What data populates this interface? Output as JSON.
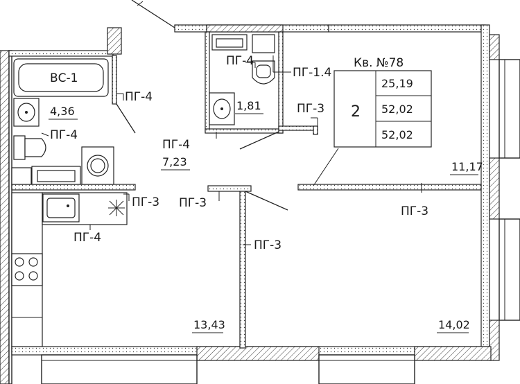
{
  "apartment": {
    "title": "Кв. №78",
    "rooms": "2",
    "area_living": "25,19",
    "area_total": "52,02",
    "area_total_2": "52,02"
  },
  "fixtures": {
    "bath": "ВС-1"
  },
  "partition_labels": [
    "ПГ-4",
    "ПГ-1.4",
    "ПГ-4",
    "ПГ-3",
    "ПГ-4",
    "ПГ-3",
    "ПГ-3",
    "ПГ-4",
    "ПГ-3",
    "ПГ-3"
  ],
  "room_areas": {
    "bathroom": "4,36",
    "wc": "1,81",
    "hall": "7,23",
    "kitchen_living": "13,43",
    "room_right": "11,17",
    "room_bottom_right": "14,02"
  }
}
